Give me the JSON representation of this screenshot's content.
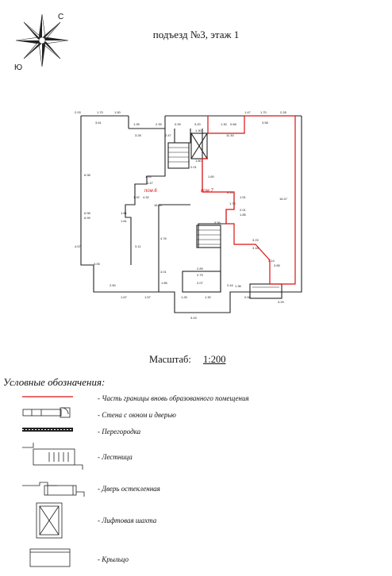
{
  "header": {
    "title": "подъезд №3, этаж 1",
    "compass": {
      "north": "С",
      "south": "Ю"
    }
  },
  "plan": {
    "rooms": [
      {
        "label": "пом.6",
        "color": "#d11"
      },
      {
        "label": "пом.7",
        "color": "#d11"
      }
    ],
    "dimensions": [
      "2.93",
      "1.70",
      "1.50",
      "3.61",
      "1.95",
      "2.39",
      "0.99",
      "3.20",
      "1.30",
      "0.68",
      "1.47",
      "1.70",
      "2.28",
      "3.58",
      "2.47",
      "1.30",
      "11.30",
      "3.28",
      "2.01",
      "1.80",
      "1.60",
      "1.44",
      "1.47",
      "4.32",
      "16.00",
      "1.81",
      "1.81",
      "1.92",
      "6.98",
      "6.99",
      "4.57",
      "3.05",
      "3.01",
      "2.89",
      "2.79",
      "2.07",
      "1.85",
      "3.43",
      "1.67",
      "1.57",
      "2.50",
      "2.44",
      "1.26",
      "1.30",
      "4.29",
      "3.85",
      "3.16",
      "3.23",
      "2.14",
      "1.85",
      "2.01",
      "1.51",
      "0.21",
      "1.70",
      "6.98",
      "16.47",
      "5.56",
      "4.76",
      "1.36",
      "0.58",
      "3.11"
    ],
    "accent_color": "#d11"
  },
  "scale": {
    "label": "Масштаб:",
    "value": "1:200"
  },
  "legend": {
    "title": "Условные обозначения:",
    "items": [
      {
        "label": "- Часть границы вновь образованного помещения",
        "icon": "red-boundary-line"
      },
      {
        "label": "- Стена с окном и дверью",
        "icon": "wall-window-door"
      },
      {
        "label": "- Перегородка",
        "icon": "partition"
      },
      {
        "label": "- Лестница",
        "icon": "staircase"
      },
      {
        "label": "- Дверь остекленная",
        "icon": "glazed-door"
      },
      {
        "label": "- Лифтовая шахта",
        "icon": "elevator-shaft"
      },
      {
        "label": "- Крыльцо",
        "icon": "porch"
      }
    ]
  }
}
